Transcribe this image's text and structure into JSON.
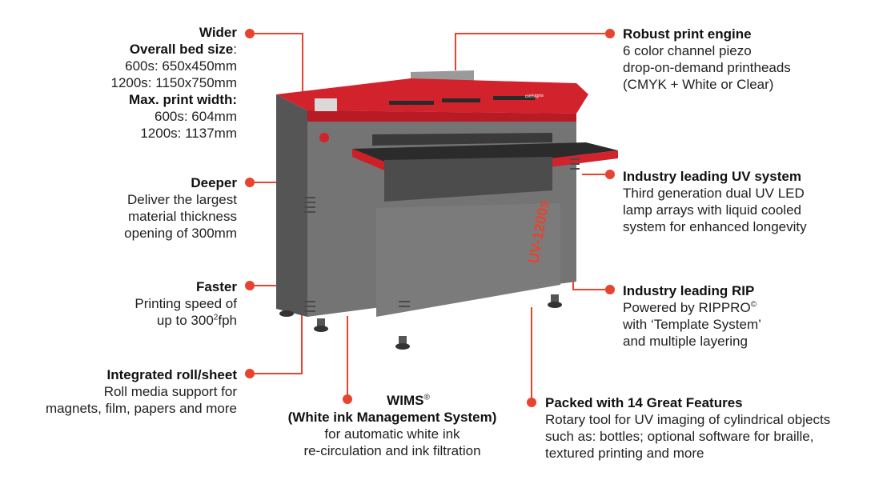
{
  "printer_badge": "UV-1200s",
  "brand_badge": "cielsigns",
  "colors": {
    "accent": "#e8432e",
    "body": "#707070",
    "top": "#d2222b"
  },
  "callouts": {
    "wider": {
      "title": "Wider",
      "bed_title": "Overall bed size",
      "bed_colon": ":",
      "bed_600": "600s: 650x450mm",
      "bed_1200": "1200s: 1150x750mm",
      "width_title": "Max. print width:",
      "width_600": "600s: 604mm",
      "width_1200": "1200s: 1137mm"
    },
    "deeper": {
      "title": "Deeper",
      "line1": "Deliver the largest",
      "line2": "material thickness",
      "line3": "opening of 300mm"
    },
    "faster": {
      "title": "Faster",
      "line1": "Printing speed of",
      "line2_pre": "up to 300",
      "line2_sup": "2",
      "line2_post": "fph"
    },
    "roll": {
      "title": "Integrated roll/sheet",
      "line1": "Roll media support for",
      "line2": "magnets, film, papers and more"
    },
    "wims": {
      "title": "WIMS",
      "reg": "®",
      "line1": "(White ink Management System)",
      "line2": "for automatic white ink",
      "line3": "re-circulation and ink filtration"
    },
    "engine": {
      "title": "Robust print engine",
      "line1": "6 color channel piezo",
      "line2": "drop-on-demand printheads",
      "line3": "(CMYK + White or Clear)"
    },
    "uv": {
      "title": "Industry leading UV system",
      "line1": "Third generation dual UV LED",
      "line2": "lamp arrays with liquid cooled",
      "line3": "system for enhanced longevity"
    },
    "rip": {
      "title": "Industry leading RIP",
      "line1": "Powered by RIPPRO",
      "line1_sup": "©",
      "line2": "with ‘Template System’",
      "line3": "and multiple layering"
    },
    "features": {
      "title": "Packed with 14 Great Features",
      "line1": "Rotary tool for UV imaging of cylindrical objects",
      "line2": "such as: bottles; optional software for braille,",
      "line3": "textured printing and more"
    }
  }
}
